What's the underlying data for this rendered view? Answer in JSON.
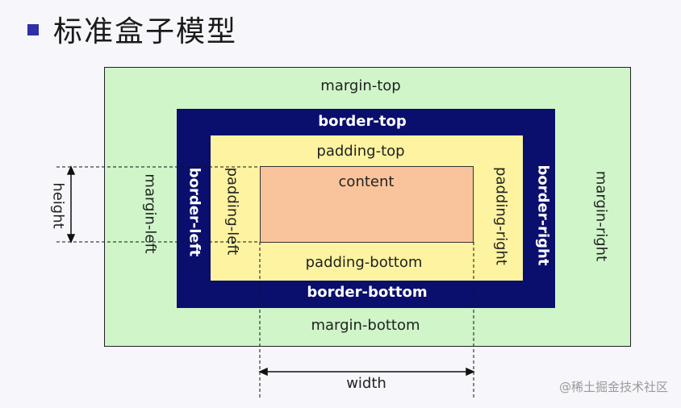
{
  "title": "标准盒子模型",
  "labels": {
    "margin_top": "margin-top",
    "margin_bottom": "margin-bottom",
    "margin_left": "margin-left",
    "margin_right": "margin-right",
    "border_top": "border-top",
    "border_bottom": "border-bottom",
    "border_left": "border-left",
    "border_right": "border-right",
    "padding_top": "padding-top",
    "padding_bottom": "padding-bottom",
    "padding_left": "padding-left",
    "padding_right": "padding-right",
    "content": "content",
    "height": "height",
    "width": "width"
  },
  "watermark": "@稀土掘金技术社区",
  "colors": {
    "margin": "#cff5c9",
    "border": "#0a0f6e",
    "padding": "#fdf3a0",
    "content": "#f9c49c",
    "bullet": "#2f2fa8"
  }
}
